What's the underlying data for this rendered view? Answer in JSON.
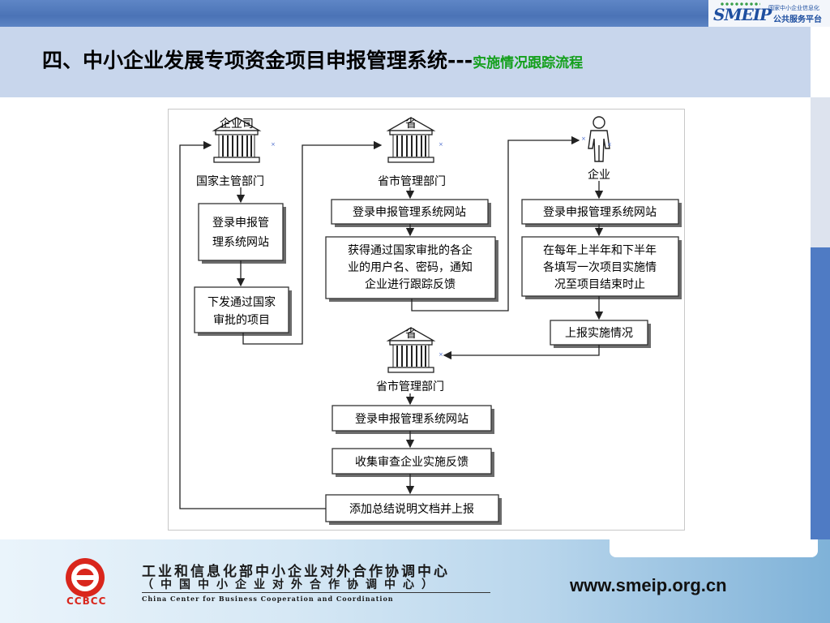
{
  "header": {
    "logo_brand": "SMEIP",
    "logo_line1": "国家中小企业信息化",
    "logo_line2": "公共服务平台"
  },
  "title": {
    "main": "四、中小企业发展专项资金项目申报管理系统---",
    "sub": "实施情况跟踪流程"
  },
  "flowchart": {
    "actor_ministry": "企业司",
    "actor_province": "省",
    "actor_enterprise": "企业",
    "col1": {
      "label": "国家主管部门",
      "box1": [
        "登录申报管",
        "理系统网站"
      ],
      "box2": [
        "下发通过国家",
        "审批的项目"
      ]
    },
    "col2": {
      "label": "省市管理部门",
      "box1": "登录申报管理系统网站",
      "box2": [
        "获得通过国家审批的各企",
        "业的用户名、密码，通知",
        "企业进行跟踪反馈"
      ]
    },
    "col3": {
      "label": "企业",
      "box1": "登录申报管理系统网站",
      "box2": [
        "在每年上半年和下半年",
        "各填写一次项目实施情",
        "况至项目结束时止"
      ],
      "box3": "上报实施情况"
    },
    "bottom": {
      "label": "省市管理部门",
      "box1": "登录申报管理系统网站",
      "box2": "收集审查企业实施反馈",
      "box3": "添加总结说明文档并上报"
    }
  },
  "footer": {
    "org_abbr": "CCBCC",
    "org_name_cn": "工业和信息化部中小企业对外合作协调中心",
    "org_name_cn2": "（中国中小企业对外合作协调中心）",
    "org_name_en": "China Center for Business Cooperation and Coordination",
    "url": "www.smeip.org.cn"
  },
  "colors": {
    "title_sub": "#14a01c",
    "top_bar": "#4b73b6",
    "title_band": "#c8d6ec",
    "logo_red": "#d9261c"
  }
}
